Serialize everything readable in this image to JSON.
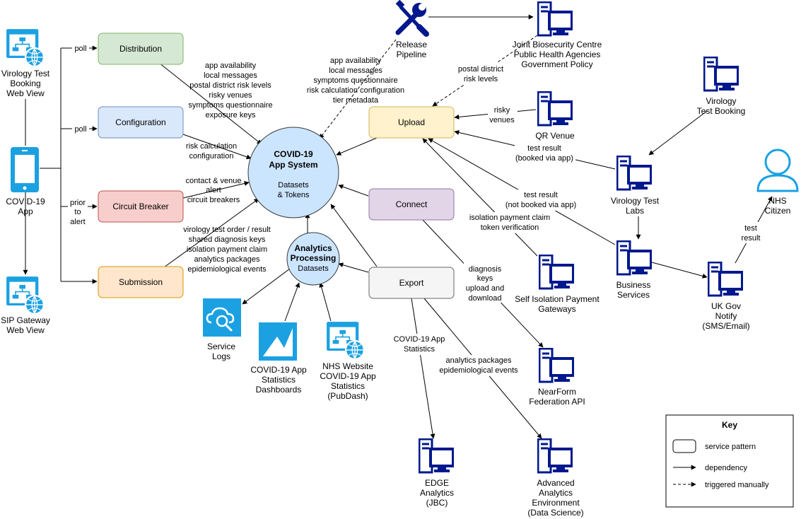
{
  "colors": {
    "distribution": {
      "fill": "#d5e8d4",
      "stroke": "#82b366"
    },
    "configuration": {
      "fill": "#dae8fc",
      "stroke": "#6c8ebf"
    },
    "circuit_breaker": {
      "fill": "#f8cecc",
      "stroke": "#b85450"
    },
    "submission": {
      "fill": "#ffe6cc",
      "stroke": "#d79b00"
    },
    "upload": {
      "fill": "#fff2cc",
      "stroke": "#d6b656"
    },
    "connect": {
      "fill": "#e1d5e7",
      "stroke": "#9673a6"
    },
    "export": {
      "fill": "#f5f5f5",
      "stroke": "#666666"
    },
    "hub": {
      "fill": "#cce5ff",
      "stroke": "#36393d"
    },
    "server": "#00188d",
    "app_icon": "#1ba1e2",
    "citizen": "#1ba1e2"
  },
  "services": {
    "distribution": "Distribution",
    "configuration": "Configuration",
    "circuit_breaker": "Circuit Breaker",
    "submission": "Submission",
    "upload": "Upload",
    "connect": "Connect",
    "export": "Export"
  },
  "hub": {
    "title_1": "COVID-19",
    "title_2": "App System",
    "sub_1": "Datasets",
    "sub_2": "& Tokens"
  },
  "analytics": {
    "title_1": "Analytics",
    "title_2": "Processing",
    "sub": "Datasets"
  },
  "left": {
    "booking_web_view": [
      "Virology Test",
      "Booking",
      "Web View"
    ],
    "app": [
      "COVID-19",
      "App"
    ],
    "sip_web_view": [
      "SIP Gateway",
      "Web View"
    ]
  },
  "edge_labels": {
    "poll_distribution": "poll",
    "poll_configuration": "poll",
    "prior_to_alert": [
      "prior",
      "to",
      "alert"
    ],
    "distribution_items": [
      "app availability",
      "local messages",
      "postal district risk levels",
      "risky venues",
      "symptoms questionnaire",
      "exposure keys"
    ],
    "configuration_items": [
      "risk calculation",
      "configuration"
    ],
    "circuit_breaker_items": [
      "contact & venue",
      "alert",
      "circuit breakers"
    ],
    "submission_items": [
      "virology test order / result",
      "shared diagnosis keys",
      "isolation payment claim",
      "analytics packages",
      "epidemiological events"
    ],
    "release_items": [
      "app availability",
      "local messages",
      "symptoms questionnaire",
      "risk calculation configuration",
      "tier metadata"
    ],
    "jbc_postal": [
      "postal district",
      "risk levels"
    ],
    "qr_risky": [
      "risky",
      "venues"
    ],
    "labs_result": [
      "test result",
      "(booked via app)"
    ],
    "business_result": [
      "test result",
      "(not booked via app)"
    ],
    "payment_claim": [
      "isolation payment claim",
      "token verification"
    ],
    "nearform_keys": [
      "diagnosis",
      "keys",
      "upload and",
      "download"
    ],
    "edge_stats": [
      "COVID-19 App",
      "Statistics"
    ],
    "aae_packages": [
      "analytics packages",
      "epidemiological events"
    ],
    "notify_result": [
      "test",
      "result"
    ]
  },
  "nodes": {
    "release_pipeline": [
      "Release",
      "Pipeline"
    ],
    "jbc": [
      "Joint Biosecurity Centre",
      "Public Health Agencies",
      "Government Policy"
    ],
    "qr_venue": [
      "QR Venue"
    ],
    "virology_booking": [
      "Virology",
      "Test Booking"
    ],
    "virology_labs": [
      "Virology Test",
      "Labs"
    ],
    "nhs_citizen": [
      "NHS",
      "Citizen"
    ],
    "business_services": [
      "Business",
      "Services"
    ],
    "uk_gov_notify": [
      "UK Gov",
      "Notify",
      "(SMS/Email)"
    ],
    "self_isolation": [
      "Self Isolation Payment",
      "Gateways"
    ],
    "nearform": [
      "NearForm",
      "Federation API"
    ],
    "service_logs": [
      "Service",
      "Logs"
    ],
    "stats_dashboards": [
      "COVID-19 App",
      "Statistics",
      "Dashboards"
    ],
    "nhs_website": [
      "NHS Website",
      "COVID-19 App",
      "Statistics",
      "(PubDash)"
    ],
    "edge_analytics": [
      "EDGE",
      "Analytics",
      "(JBC)"
    ],
    "aae": [
      "Advanced",
      "Analytics",
      "Environment",
      "(Data Science)"
    ]
  },
  "legend": {
    "title": "Key",
    "service_pattern": "service pattern",
    "dependency": "dependency",
    "triggered_manually": "triggered manually"
  }
}
